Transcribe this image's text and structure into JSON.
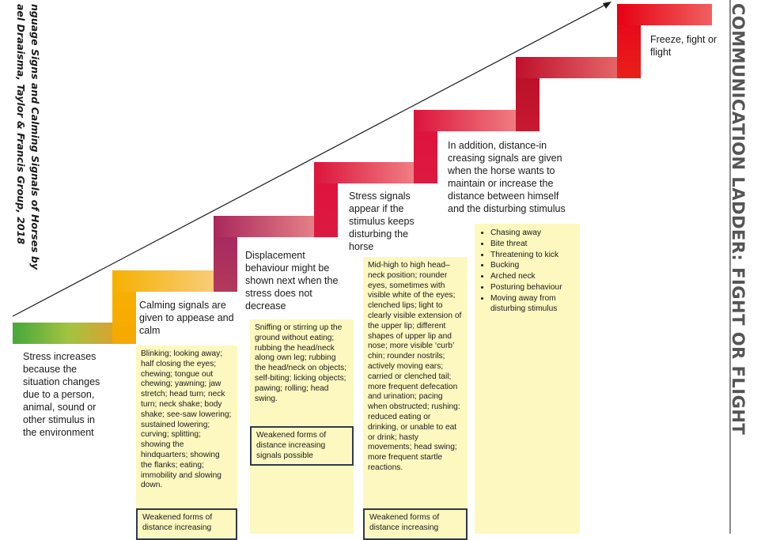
{
  "header": {
    "side_title": "COMMUNICATION LADDER: FIGHT OR FLIGHT",
    "citation_line1": "nguage Signs and Calming Signals of Horses by",
    "citation_line2": "ael Draaisma, Taylor & Francis Group, 2018"
  },
  "steps": [
    {
      "label": "Stress increases because the situation changes due to a person, animal, sound or other stimulus in the environment"
    },
    {
      "label": "Calming signals are given to appease and calm",
      "details": "Blinking; looking away; half closing the eyes; chewing; tongue out chewing; yawning; jaw stretch; head turn; neck turn; neck shake; body shake; see-saw lowering; sustained lowering; curving; splitting; showing the hindquarters; showing the flanks; eating; immobility and slowing down.",
      "weakened": "Weakened forms of distance increasing"
    },
    {
      "label": "Displacement behaviour might be shown next when the stress does not decrease",
      "details": "Sniffing or stirring up the ground without eating; rubbing the head/neck along own leg; rubbing the head/neck on objects; self-biting; licking objects; pawing; rolling; head swing.",
      "weakened": "Weakened forms of distance increasing signals possible"
    },
    {
      "label": "Stress signals appear if the stimulus keeps disturbing the horse",
      "details": "Mid-high to high head–neck position; rounder eyes, sometimes with visible white of the eyes; clenched lips; light to clearly visible extension of the upper lip; different shapes of upper lip and nose; more visible ‘curb’ chin; rounder nostrils; actively moving ears; carried or clenched tail; more frequent defecation and urination; pacing when obstructed; rushing: reduced eating or drinking, or unable to eat or drink; hasty movements; head swing; more frequent startle reactions.",
      "weakened": "Weakened forms of distance increasing"
    },
    {
      "label": "In addition, distance-in creasing signals are given when the horse wants to maintain or increase the distance between himself and the disturbing stimulus",
      "bullets": [
        "Chasing away",
        "Bite threat",
        "Threatening to kick",
        "Bucking",
        "Arched neck",
        "Posturing behaviour",
        "Moving away from disturbing stimulus"
      ]
    },
    {
      "label": "Freeze, fight or flight"
    }
  ],
  "colors": {
    "step1": "#4caf3a",
    "step2": "#f5b400",
    "step3": "#a8285a",
    "step4": "#dc143c",
    "step5": "#c8102e",
    "step6": "#e60012",
    "box": "#fdf8bf",
    "box_border": "#2e3a4d"
  }
}
